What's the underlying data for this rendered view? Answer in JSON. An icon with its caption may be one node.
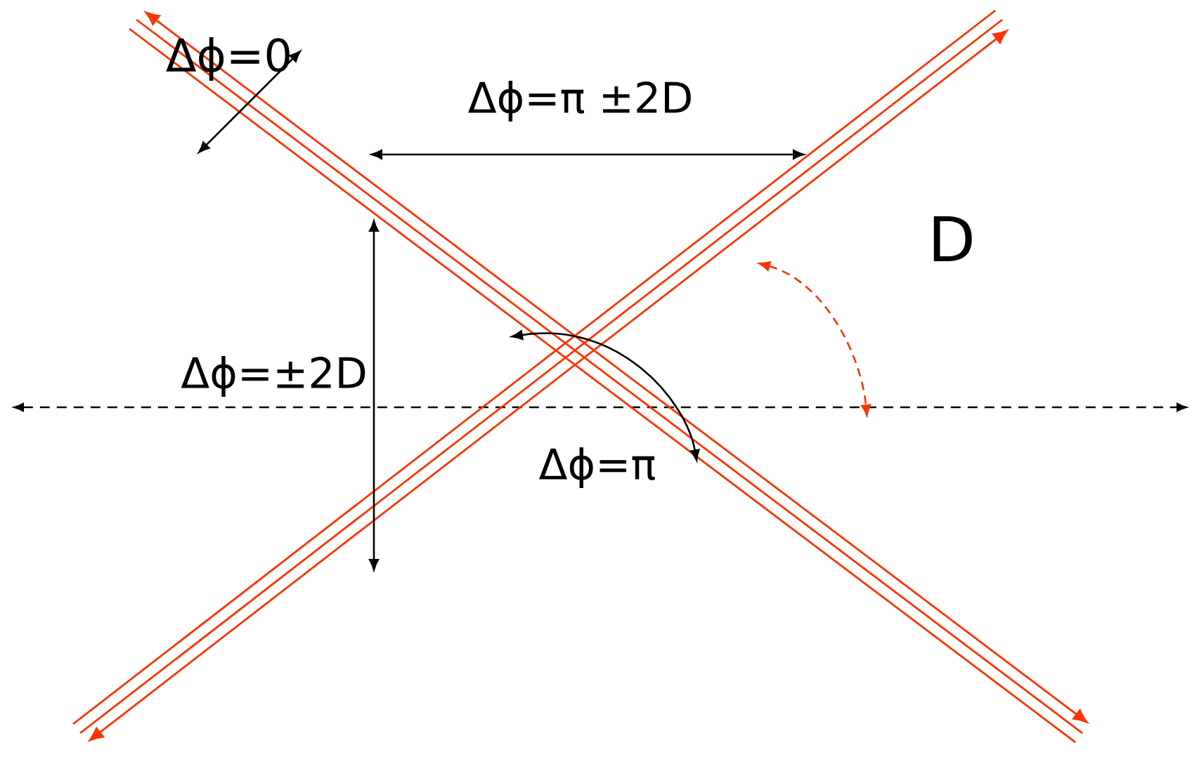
{
  "diagram": {
    "labels": [
      "Δϕ=0",
      "Δϕ=π ±2D",
      "D",
      "Δϕ=±2D",
      "Δϕ=π"
    ]
  }
}
